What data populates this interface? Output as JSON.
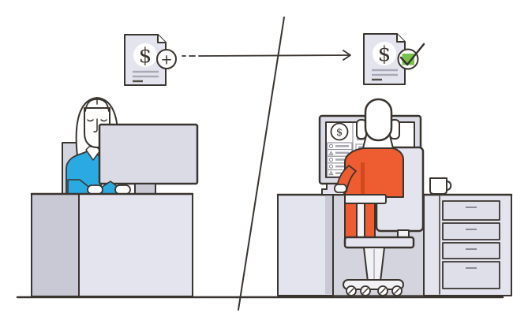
{
  "illustration": {
    "title": "invoice sent and approved illustration",
    "colors": {
      "outline": "#3a342f",
      "panel_light": "#e4e4ee",
      "panel_mid": "#d4d4df",
      "panel_dark": "#c9c9d5",
      "screen_bezel": "#dbdbe6",
      "bar_gray": "#a9a9b5",
      "line_light": "#9a9aa6",
      "white": "#ffffff",
      "blue": "#2baae1",
      "orange": "#ee5c31",
      "orange_dark": "#d1491f",
      "green": "#77c14a",
      "heading_dark": "#4a443e"
    },
    "doc_left": {
      "icon": "invoice-document-add-icon",
      "currency_symbol": "$",
      "action_glyph": "+"
    },
    "arrow": {
      "icon": "send-arrow-icon",
      "style": "dash then solid, right-pointing"
    },
    "doc_right": {
      "icon": "invoice-document-approved-icon",
      "currency_symbol": "$",
      "status_icon": "check-mark-icon"
    },
    "divider": {
      "icon": "diagonal-divider-line"
    },
    "left_scene": {
      "person": "woman-in-blue-at-desk",
      "objects": [
        "chair-back-panel",
        "monitor-back-view",
        "monitor-stand",
        "desk"
      ]
    },
    "right_scene": {
      "person": "person-in-orange-on-office-chair",
      "screen_document": {
        "currency_symbol": "$",
        "icon_list_rows": 5,
        "field_rows": 6
      },
      "objects": [
        "large-monitor",
        "office-chair-with-casters",
        "desk-with-drawers",
        "mug"
      ],
      "drawer_count": 4
    }
  }
}
